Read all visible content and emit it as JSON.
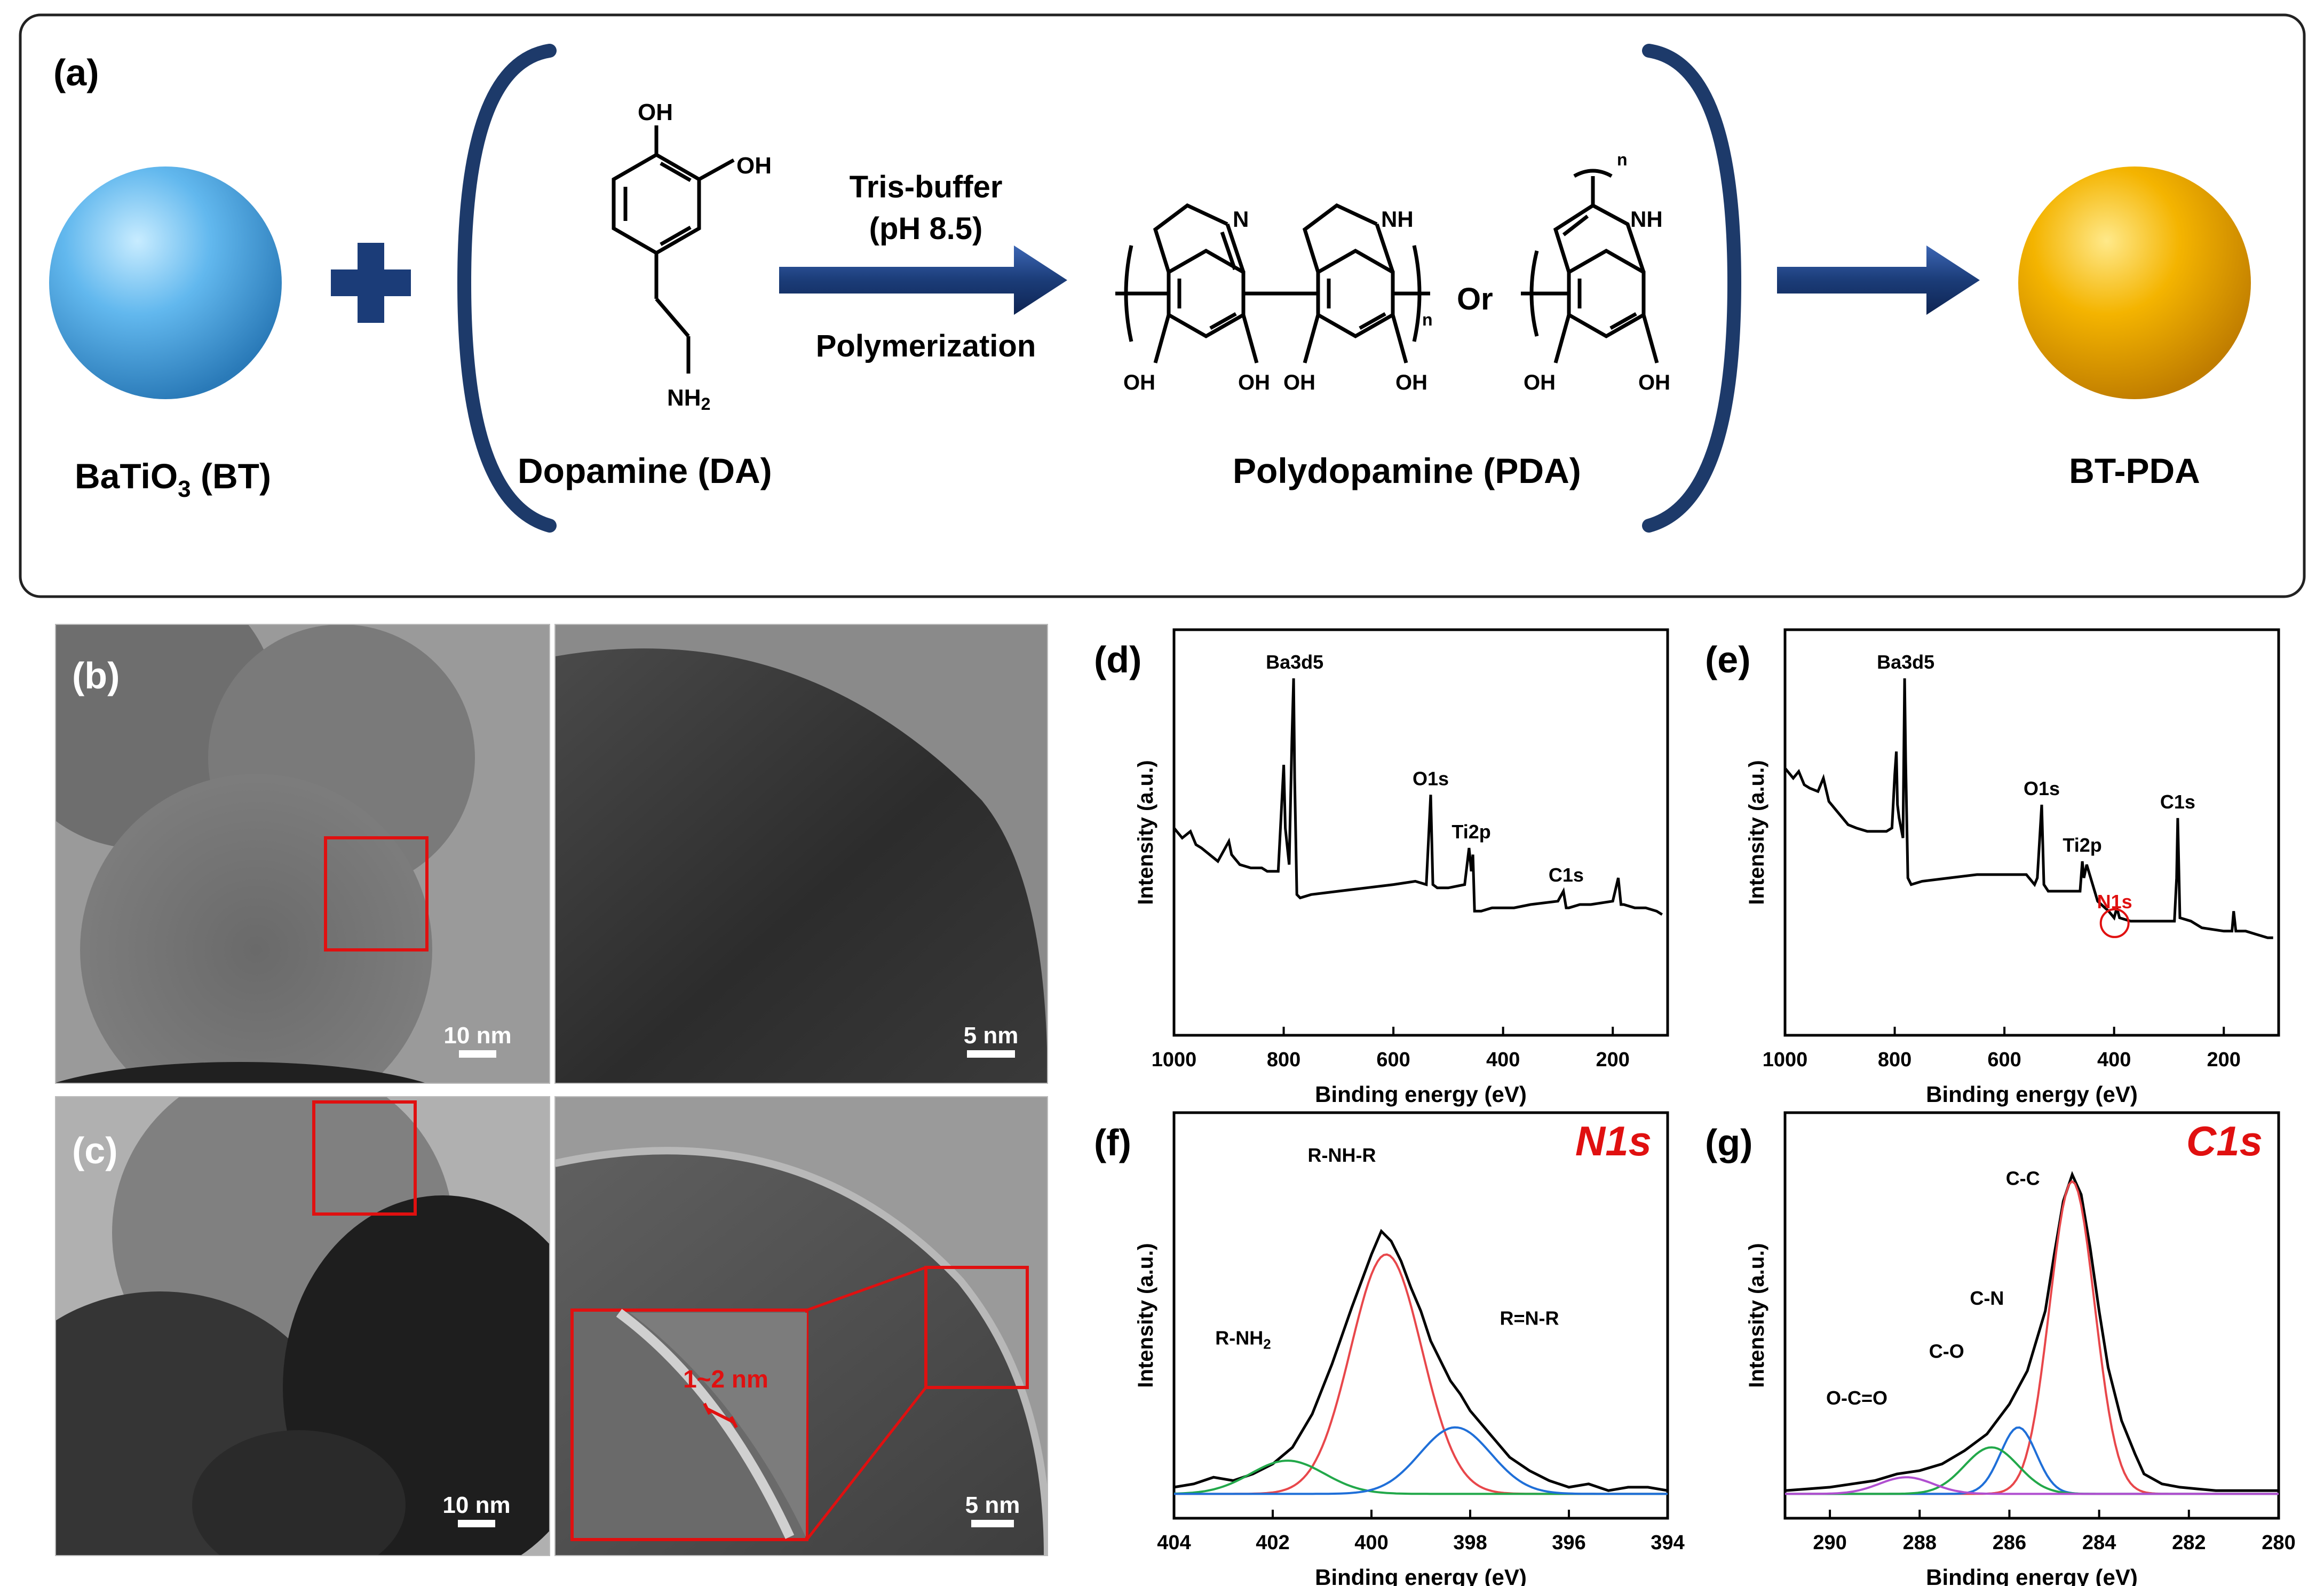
{
  "panel_a": {
    "label": "(a)",
    "bt_label": "BaTiO",
    "bt_sub": "3",
    "bt_suffix": " (BT)",
    "dopamine_label": "Dopamine (DA)",
    "oh1": "OH",
    "oh2": "OH",
    "nh2": "NH",
    "nh2_sub": "2",
    "arrow_top1": "Tris-buffer",
    "arrow_top2": "(pH 8.5)",
    "arrow_bottom": "Polymerization",
    "pda_label": "Polydopamine (PDA)",
    "pda_n_left": "N",
    "pda_nh_mid": "NH",
    "pda_nh_right": "NH",
    "pda_oh": [
      "OH",
      "OH",
      "OH",
      "OH",
      "OH",
      "OH"
    ],
    "sub_n": [
      "n",
      "n"
    ],
    "or_text": "Or",
    "btpda_label": "BT-PDA",
    "colors": {
      "bt_sphere": "#5ab0e6",
      "btpda_sphere": "#f2b100",
      "arrow": "#1b3c78",
      "bracket": "#1d3a6a"
    }
  },
  "tem": {
    "label_b": "(b)",
    "label_c": "(c)",
    "scale_b_left": "10 nm",
    "scale_b_right": "5 nm",
    "scale_c_left": "10 nm",
    "scale_c_right": "5 nm",
    "inset_thickness": "1~2 nm"
  },
  "chart_data": [
    {
      "id": "d",
      "panel_label": "(d)",
      "type": "line",
      "xlabel": "Binding energy (eV)",
      "ylabel": "Intensity (a.u.)",
      "xlim": [
        1000,
        100
      ],
      "ylim": [
        0,
        100
      ],
      "reversed_x": true,
      "xticks": [
        1000,
        800,
        600,
        400,
        200
      ],
      "series": [
        {
          "x": [
            1000,
            985,
            970,
            960,
            950,
            935,
            920,
            900,
            895,
            880,
            860,
            840,
            830,
            820,
            810,
            800,
            797,
            790,
            785,
            782,
            780,
            776,
            770,
            750,
            700,
            650,
            600,
            560,
            540,
            532,
            528,
            520,
            500,
            470,
            462,
            458,
            455,
            452,
            440,
            420,
            400,
            380,
            350,
            300,
            290,
            285,
            280,
            260,
            240,
            200,
            190,
            185,
            180,
            160,
            140,
            120,
            110
          ],
          "y": [
            55,
            52,
            54,
            50,
            49,
            47,
            45,
            51,
            47,
            44,
            43,
            43,
            42,
            42,
            42,
            74,
            55,
            44,
            82,
            100,
            70,
            35,
            34,
            35,
            36,
            37,
            38,
            39,
            38,
            65,
            38,
            37,
            37,
            38,
            49,
            42,
            47,
            30,
            30,
            31,
            31,
            31,
            32,
            33,
            36,
            31,
            31,
            32,
            32,
            33,
            40,
            32,
            32,
            31,
            31,
            30,
            29
          ]
        }
      ],
      "annotations": [
        {
          "text": "Ba3d5",
          "x": 780,
          "y": 100
        },
        {
          "text": "O1s",
          "x": 532,
          "y": 65
        },
        {
          "text": "Ti2p",
          "x": 458,
          "y": 49
        },
        {
          "text": "C1s",
          "x": 285,
          "y": 36
        }
      ]
    },
    {
      "id": "e",
      "panel_label": "(e)",
      "type": "line",
      "xlabel": "Binding energy (eV)",
      "ylabel": "Intensity (a.u.)",
      "xlim": [
        1000,
        100
      ],
      "ylim": [
        0,
        100
      ],
      "reversed_x": true,
      "xticks": [
        1000,
        800,
        600,
        400,
        200
      ],
      "series": [
        {
          "x": [
            1000,
            985,
            975,
            965,
            955,
            940,
            930,
            920,
            905,
            895,
            885,
            870,
            850,
            830,
            815,
            805,
            800,
            797,
            795,
            792,
            785,
            782,
            780,
            776,
            770,
            750,
            700,
            650,
            600,
            560,
            545,
            540,
            532,
            528,
            520,
            500,
            470,
            462,
            458,
            455,
            450,
            430,
            410,
            400,
            395,
            390,
            370,
            340,
            300,
            290,
            286,
            284,
            280,
            260,
            240,
            200,
            185,
            182,
            178,
            160,
            140,
            120,
            110
          ],
          "y": [
            73,
            70,
            72,
            68,
            67,
            66,
            70,
            63,
            60,
            58,
            56,
            55,
            54,
            54,
            54,
            55,
            71,
            78,
            62,
            58,
            52,
            100,
            75,
            40,
            38,
            39,
            40,
            41,
            41,
            41,
            38,
            40,
            62,
            38,
            36,
            36,
            36,
            36,
            45,
            40,
            44,
            33,
            30,
            28,
            31,
            28,
            27,
            27,
            27,
            27,
            40,
            58,
            28,
            27,
            25,
            24,
            24,
            30,
            24,
            24,
            23,
            22,
            22
          ]
        }
      ],
      "annotations": [
        {
          "text": "Ba3d5",
          "x": 780,
          "y": 100
        },
        {
          "text": "O1s",
          "x": 532,
          "y": 62
        },
        {
          "text": "Ti2p",
          "x": 458,
          "y": 45
        },
        {
          "text": "N1s",
          "x": 399,
          "y": 28,
          "color": "#e01010"
        },
        {
          "text": "C1s",
          "x": 284,
          "y": 58
        }
      ]
    },
    {
      "id": "f",
      "panel_label": "(f)",
      "type": "line",
      "title": "N1s",
      "xlabel": "Binding energy (eV)",
      "ylabel": "Intensity (a.u.)",
      "xlim": [
        404,
        394
      ],
      "ylim": [
        0,
        100
      ],
      "reversed_x": true,
      "xticks": [
        404,
        402,
        400,
        398,
        396,
        394
      ],
      "series": [
        {
          "name": "raw",
          "color": "#000000",
          "x": [
            404,
            403.6,
            403.2,
            402.8,
            402.4,
            402.0,
            401.6,
            401.2,
            400.8,
            400.4,
            400.2,
            400.0,
            399.8,
            399.6,
            399.4,
            399.2,
            399.0,
            398.8,
            398.6,
            398.4,
            398.2,
            398.0,
            397.6,
            397.2,
            396.8,
            396.4,
            396.0,
            395.6,
            395.2,
            394.8,
            394.4,
            394
          ],
          "y": [
            2,
            3,
            5,
            4,
            6,
            9,
            14,
            24,
            39,
            56,
            64,
            72,
            79,
            76,
            70,
            62,
            55,
            46,
            40,
            34,
            30,
            25,
            18,
            11,
            7,
            4,
            2,
            3,
            1,
            2,
            2,
            1
          ]
        },
        {
          "name": "R-NH-R",
          "color": "#e8474b",
          "peak": {
            "center": 399.7,
            "height": 72,
            "sigma": 0.72
          }
        },
        {
          "name": "R-NH2",
          "color": "#22a84a",
          "peak": {
            "center": 401.7,
            "height": 10,
            "sigma": 0.75
          }
        },
        {
          "name": "R=N-R",
          "color": "#1f6fd8",
          "peak": {
            "center": 398.3,
            "height": 20,
            "sigma": 0.72
          }
        }
      ],
      "annotations": [
        {
          "text": "R-NH-R",
          "x": 400.6,
          "y": 97
        },
        {
          "text": "R-NH",
          "sub": "2",
          "x": 402.6,
          "y": 42
        },
        {
          "text": "R=N-R",
          "x": 396.8,
          "y": 48
        }
      ]
    },
    {
      "id": "g",
      "panel_label": "(g)",
      "type": "line",
      "title": "C1s",
      "xlabel": "Binding energy (eV)",
      "ylabel": "Intensity (a.u.)",
      "xlim": [
        291,
        280
      ],
      "ylim": [
        0,
        100
      ],
      "reversed_x": true,
      "xticks": [
        290,
        288,
        286,
        284,
        282,
        280
      ],
      "series": [
        {
          "name": "raw",
          "color": "#000000",
          "x": [
            291,
            290.5,
            290,
            289.5,
            289,
            288.5,
            288,
            287.5,
            287,
            286.5,
            286,
            285.6,
            285.2,
            285.0,
            284.8,
            284.6,
            284.4,
            284.2,
            284.0,
            283.8,
            283.5,
            283.2,
            283.0,
            282.6,
            282.2,
            281.8,
            281.4,
            281,
            280.5,
            280
          ],
          "y": [
            1,
            1.5,
            2,
            3,
            4,
            6,
            7,
            9,
            13,
            18,
            27,
            37,
            55,
            72,
            88,
            96,
            90,
            74,
            55,
            38,
            22,
            12,
            6,
            3,
            2,
            1.5,
            1,
            1,
            1,
            1
          ]
        },
        {
          "name": "C-C",
          "color": "#e8474b",
          "peak": {
            "center": 284.6,
            "height": 94,
            "sigma": 0.5
          }
        },
        {
          "name": "C-N",
          "color": "#1f6fd8",
          "peak": {
            "center": 285.8,
            "height": 20,
            "sigma": 0.4
          }
        },
        {
          "name": "C-O",
          "color": "#22a84a",
          "peak": {
            "center": 286.4,
            "height": 14,
            "sigma": 0.6
          }
        },
        {
          "name": "O-C=O",
          "color": "#b04fd0",
          "peak": {
            "center": 288.3,
            "height": 5,
            "sigma": 0.6
          }
        }
      ],
      "annotations": [
        {
          "text": "C-C",
          "x": 285.7,
          "y": 90
        },
        {
          "text": "C-N",
          "x": 286.5,
          "y": 54
        },
        {
          "text": "C-O",
          "x": 287.4,
          "y": 38
        },
        {
          "text": "O-C=O",
          "x": 289.4,
          "y": 24
        }
      ]
    }
  ]
}
